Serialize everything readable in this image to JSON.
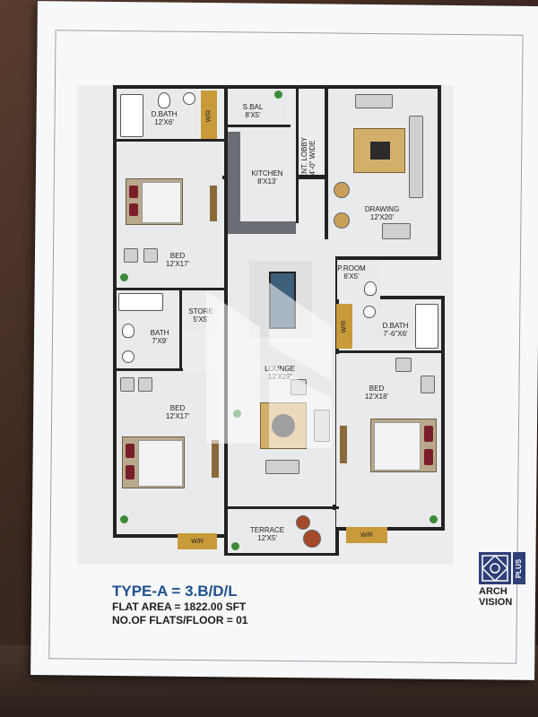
{
  "plan": {
    "rooms": {
      "d_bath_top": {
        "name": "D.BATH",
        "size": "12'X6'"
      },
      "s_bal": {
        "name": "S.BAL",
        "size": "8'X5'"
      },
      "ent_lobby": {
        "name": "ENT. LOBBY",
        "size": "4'-0\" WIDE"
      },
      "kitchen": {
        "name": "KITCHEN",
        "size": "8'X13'"
      },
      "drawing": {
        "name": "DRAWING",
        "size": "12'X20'"
      },
      "bed_top_left": {
        "name": "BED",
        "size": "12'X17'"
      },
      "p_room": {
        "name": "P.ROOM",
        "size": "6'X5'"
      },
      "store": {
        "name": "STORE",
        "size": "5'X5'"
      },
      "bath_left": {
        "name": "BATH",
        "size": "7'X9'"
      },
      "d_bath_right": {
        "name": "D.BATH",
        "size": "7'-6\"X6'"
      },
      "lounge": {
        "name": "LOUNGE",
        "size": "12'X29'"
      },
      "bed_bottom_left": {
        "name": "BED",
        "size": "12'X17'"
      },
      "bed_right": {
        "name": "BED",
        "size": "12'X18'"
      },
      "terrace": {
        "name": "TERRACE",
        "size": "12'X5'"
      }
    },
    "wardrobe_label": "W/R"
  },
  "info": {
    "title": "TYPE-A = 3.B/D/L",
    "flat_area": "FLAT AREA = 1822.00 SFT",
    "flats_per_floor": "NO.OF FLATS/FLOOR  = 01"
  },
  "logo": {
    "line1": "ARCH",
    "line2": "VISION",
    "plus": "PLUS",
    "brand_color": "#2f3f78"
  },
  "colors": {
    "title_blue": "#1f4f8f",
    "wardrobe": "#c89a3a",
    "bedding_accent": "#7a1f2a"
  }
}
